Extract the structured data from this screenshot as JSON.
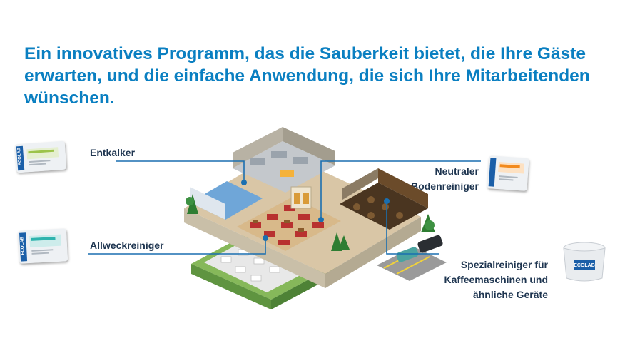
{
  "headline": "Ein innovatives Programm, das die Sauberkeit bietet, die Ihre Gäste erwarten, und die einfache Anwendung, die sich Ihre Mitarbeitenden wünschen.",
  "labels": {
    "entkalker": "Entkalker",
    "neutral_line1": "Neutraler",
    "neutral_line2": "Bodenreiniger",
    "allweck": "Allweckreiniger",
    "spezial_line1": "Spezialreiniger für",
    "spezial_line2": "Kaffeemaschinen und",
    "spezial_line3": "ähnliche Geräte"
  },
  "brand": "ECOLAB",
  "colors": {
    "headline": "#0a7fc1",
    "label_text": "#1e3550",
    "leader_line": "#1a6fb0"
  },
  "icons": [
    "entkalker-pack-icon",
    "allweck-pack-icon",
    "neutral-pack-icon",
    "spezial-tub-icon",
    "restaurant-building-illustration"
  ]
}
